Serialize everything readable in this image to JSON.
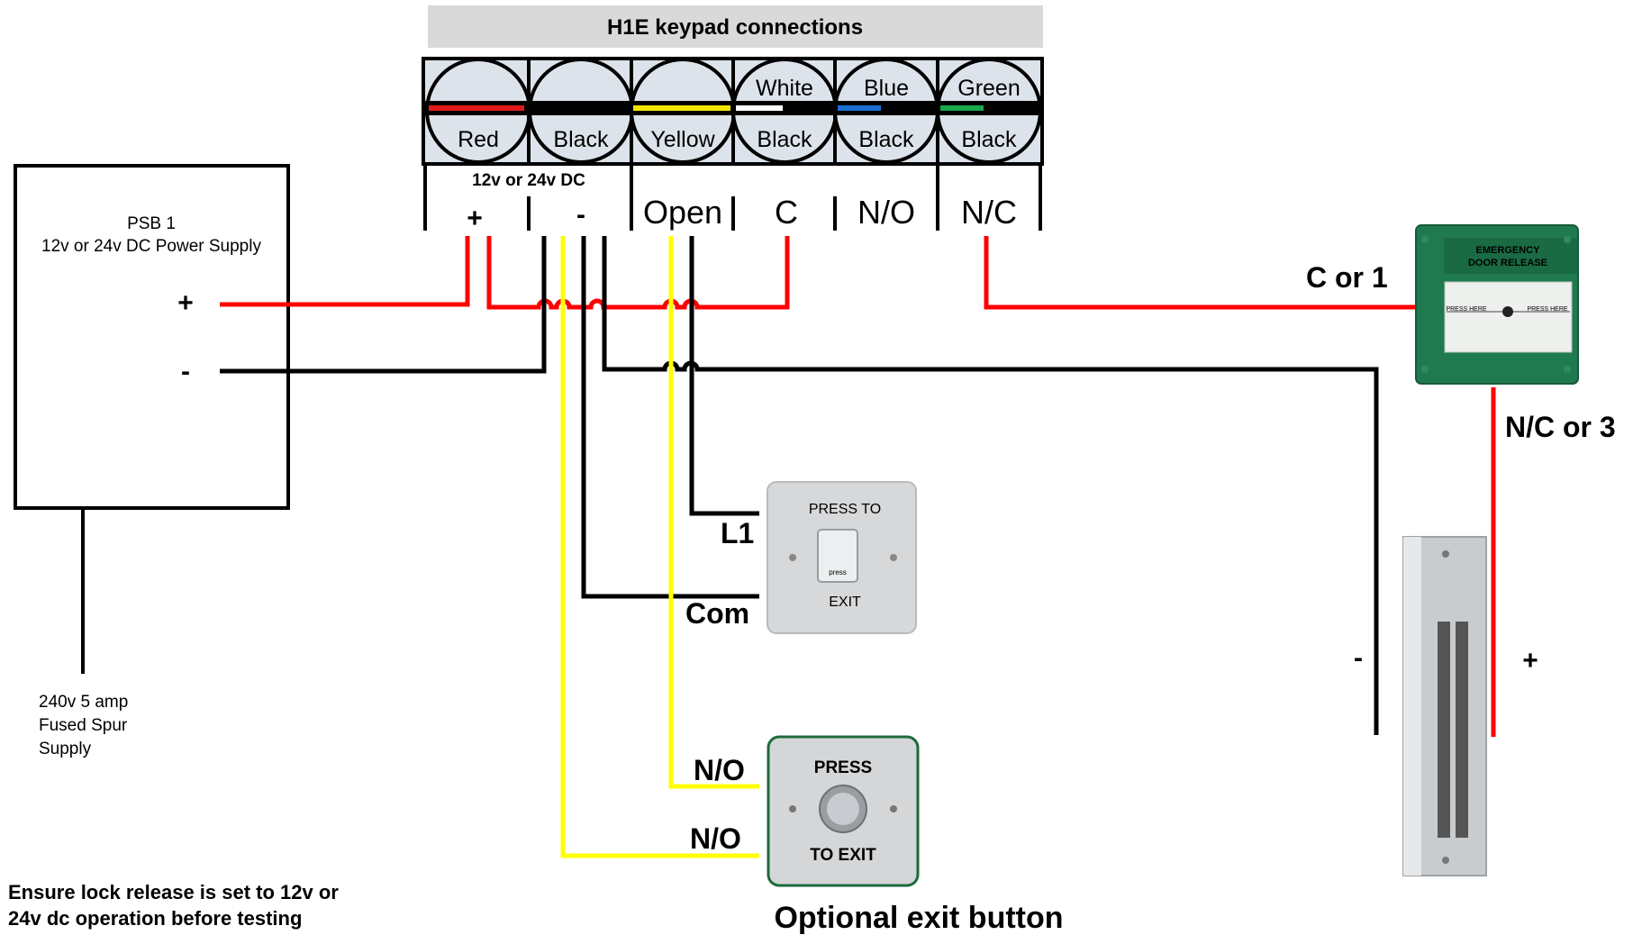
{
  "header": {
    "title": "H1E keypad connections"
  },
  "keypad_wires": [
    {
      "top": "",
      "bottom": "Red",
      "stripe": "#e01b1b"
    },
    {
      "top": "",
      "bottom": "Black",
      "stripe": "#000000"
    },
    {
      "top": "",
      "bottom": "Yellow",
      "stripe": "#f5e400"
    },
    {
      "top": "White",
      "bottom": "Black",
      "stripe": "#ffffff"
    },
    {
      "top": "Blue",
      "bottom": "Black",
      "stripe": "#1a6fd1"
    },
    {
      "top": "Green",
      "bottom": "Black",
      "stripe": "#1aa84a"
    }
  ],
  "terminals": {
    "voltage": "12v or 24v DC",
    "plus": "+",
    "minus": "-",
    "open": "Open",
    "c": "C",
    "no": "N/O",
    "nc": "N/C"
  },
  "psu": {
    "line1": "PSB 1",
    "line2": "12v or 24v DC Power Supply",
    "plus": "+",
    "minus": "-"
  },
  "mains": {
    "line1": "240v 5 amp",
    "line2": "Fused Spur",
    "line3": "Supply"
  },
  "exit_switch": {
    "l1": "L1",
    "com": "Com",
    "face_top": "PRESS TO",
    "face_bottom": "EXIT",
    "rocker_text": "press"
  },
  "exit_button": {
    "no_top": "N/O",
    "no_bottom": "N/O",
    "face_top": "PRESS",
    "face_bottom": "TO EXIT",
    "caption": "Optional exit button"
  },
  "break_glass": {
    "title1": "EMERGENCY",
    "title2": "DOOR RELEASE",
    "press_left": "PRESS HERE",
    "press_right": "PRESS HERE",
    "c_label": "C or 1",
    "nc_label": "N/C or 3"
  },
  "maglock": {
    "minus": "-",
    "plus": "+"
  },
  "note": {
    "line1": "Ensure lock release is set to 12v or",
    "line2": "24v dc operation before testing"
  },
  "colors": {
    "red": "#ff0000",
    "yellow": "#ffff00",
    "black": "#000000",
    "header_bg": "#d9d9d9",
    "terminal_bg": "#dde3ea"
  }
}
